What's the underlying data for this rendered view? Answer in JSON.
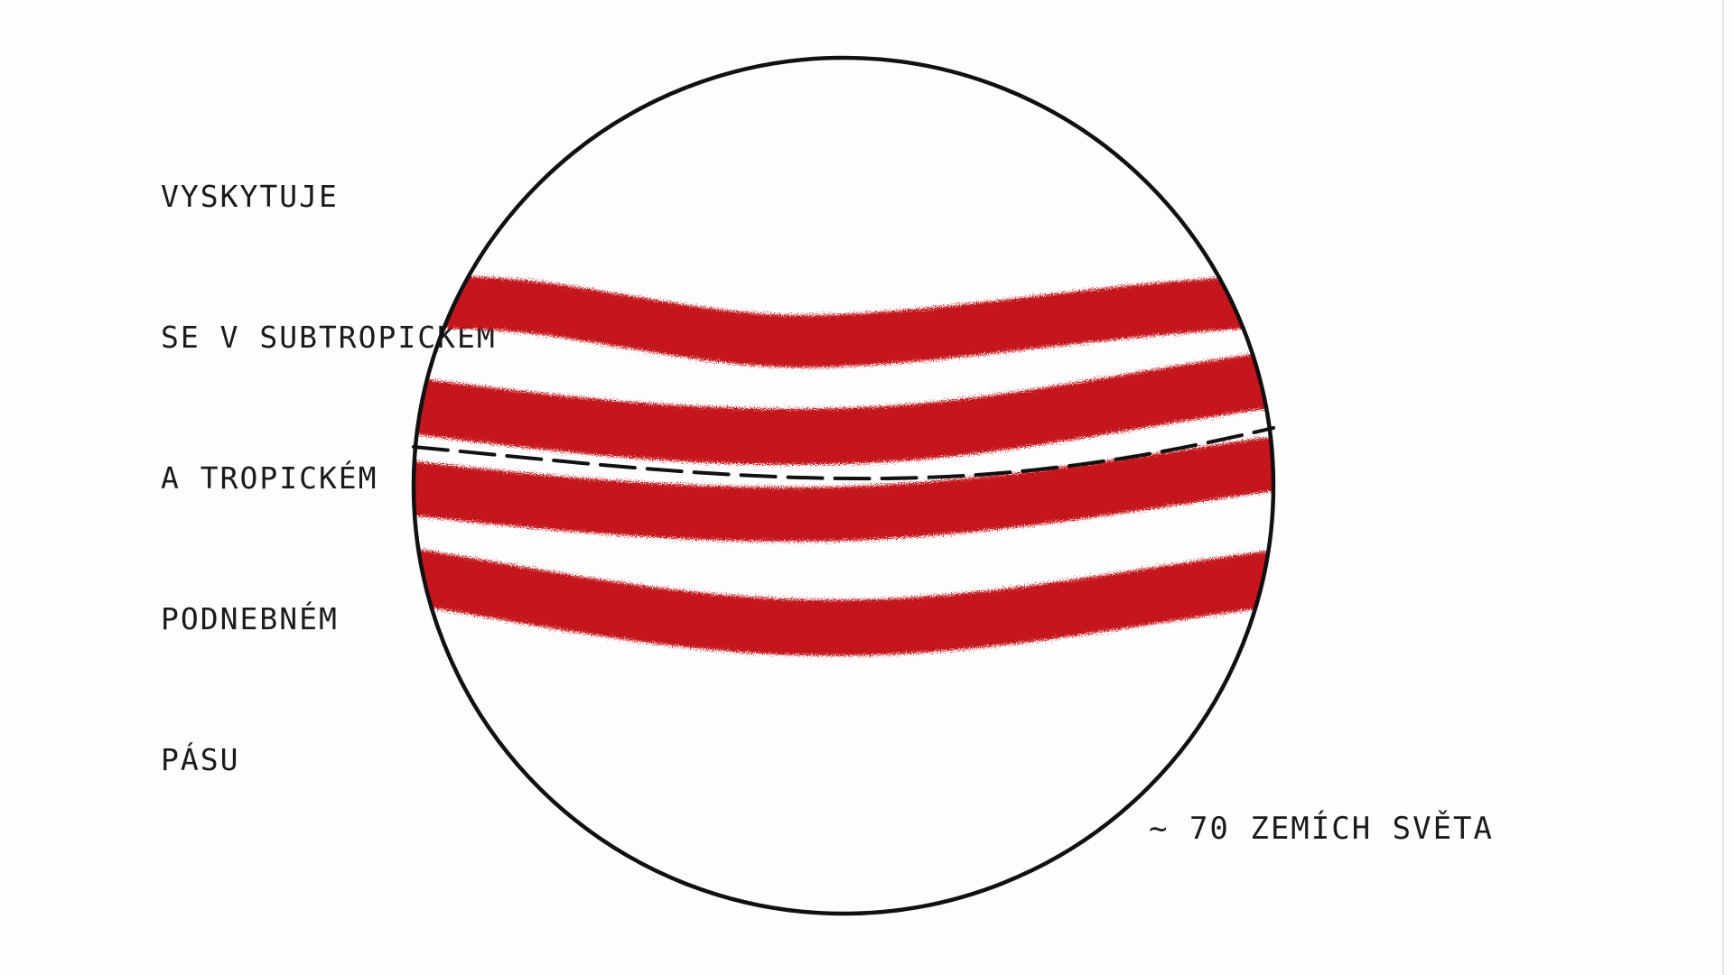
{
  "annotation": {
    "lines": [
      "VYSKYTUJE",
      "SE V SUBTROPICKÉM",
      "A TROPICKÉM",
      "PODNEBNÉM",
      "PÁSU"
    ]
  },
  "count_label": "~ 70 ZEMÍCH SVĚTA",
  "colors": {
    "stripe": "#c4121a",
    "stripe_dark": "#9e0d14",
    "outline": "#111111",
    "paper": "#fdfdfd"
  },
  "icons": {
    "globe": "globe-drawing",
    "equator": "dashed-equator-line"
  }
}
